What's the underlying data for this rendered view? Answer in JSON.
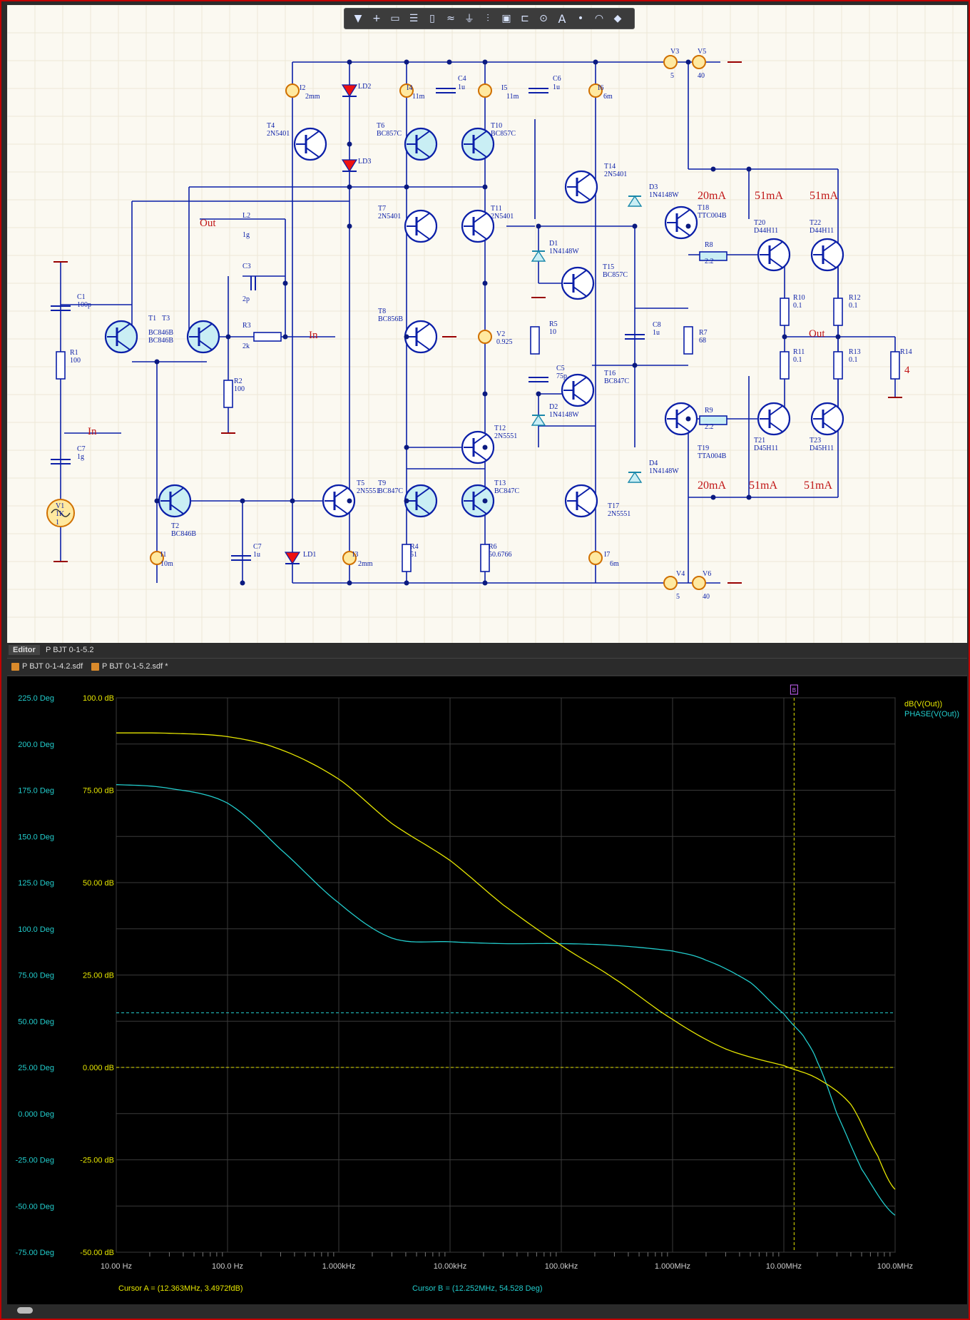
{
  "toolbar": {
    "tools": [
      "filter-icon",
      "crosshair-icon",
      "select-rect-icon",
      "align-icon",
      "component-icon",
      "wave-icon",
      "ground-icon",
      "bus-icon",
      "chip-icon",
      "port-icon",
      "probe-icon",
      "text-icon",
      "arc-icon",
      "netlabel-icon"
    ],
    "text_glyph": "A"
  },
  "schematic": {
    "labels": [
      {
        "t": "V3"
      },
      {
        "t": "5"
      },
      {
        "t": "V5"
      },
      {
        "t": "40"
      },
      {
        "t": "I2"
      },
      {
        "t": "2mm"
      },
      {
        "t": "LD2"
      },
      {
        "t": "I4"
      },
      {
        "t": "11m"
      },
      {
        "t": "C4"
      },
      {
        "t": "1u"
      },
      {
        "t": "I5"
      },
      {
        "t": "11m"
      },
      {
        "t": "C6"
      },
      {
        "t": "1u"
      },
      {
        "t": "I6"
      },
      {
        "t": "6m"
      },
      {
        "t": "T4"
      },
      {
        "t": "2N5401"
      },
      {
        "t": "T6"
      },
      {
        "t": "BC857C"
      },
      {
        "t": "T10"
      },
      {
        "t": "BC857C"
      },
      {
        "t": "LD3"
      },
      {
        "t": "T14"
      },
      {
        "t": "2N5401"
      },
      {
        "t": "D3"
      },
      {
        "t": "1N4148W"
      },
      {
        "t": "T18"
      },
      {
        "t": "TTC004B"
      },
      {
        "t": "T7"
      },
      {
        "t": "2N5401"
      },
      {
        "t": "T11"
      },
      {
        "t": "2N5401"
      },
      {
        "t": "L2"
      },
      {
        "t": "1g"
      },
      {
        "t": "D1"
      },
      {
        "t": "1N4148W"
      },
      {
        "t": "R8"
      },
      {
        "t": "2.2"
      },
      {
        "t": "T20"
      },
      {
        "t": "D44H11"
      },
      {
        "t": "T22"
      },
      {
        "t": "D44H11"
      },
      {
        "t": "C3"
      },
      {
        "t": "2p"
      },
      {
        "t": "T15"
      },
      {
        "t": "BC857C"
      },
      {
        "t": "R10"
      },
      {
        "t": "0.1"
      },
      {
        "t": "R12"
      },
      {
        "t": "0.1"
      },
      {
        "t": "C1"
      },
      {
        "t": "100p"
      },
      {
        "t": "T1"
      },
      {
        "t": "T3"
      },
      {
        "t": "BC846B"
      },
      {
        "t": "BC846B"
      },
      {
        "t": "R3"
      },
      {
        "t": "2k"
      },
      {
        "t": "T8"
      },
      {
        "t": "BC856B"
      },
      {
        "t": "V2"
      },
      {
        "t": "0.925"
      },
      {
        "t": "R5"
      },
      {
        "t": "10"
      },
      {
        "t": "C8"
      },
      {
        "t": "1u"
      },
      {
        "t": "R7"
      },
      {
        "t": "68"
      },
      {
        "t": "R1"
      },
      {
        "t": "100"
      },
      {
        "t": "R11"
      },
      {
        "t": "0.1"
      },
      {
        "t": "R13"
      },
      {
        "t": "0.1"
      },
      {
        "t": "R14"
      },
      {
        "t": "C5"
      },
      {
        "t": "75p"
      },
      {
        "t": "T16"
      },
      {
        "t": "BC847C"
      },
      {
        "t": "R2"
      },
      {
        "t": "100"
      },
      {
        "t": "D2"
      },
      {
        "t": "1N4148W"
      },
      {
        "t": "R9"
      },
      {
        "t": "2.2"
      },
      {
        "t": "T21"
      },
      {
        "t": "D45H11"
      },
      {
        "t": "T23"
      },
      {
        "t": "D45H11"
      },
      {
        "t": "C7"
      },
      {
        "t": "1g"
      },
      {
        "t": "T12"
      },
      {
        "t": "2N5551"
      },
      {
        "t": "T19"
      },
      {
        "t": "TTA004B"
      },
      {
        "t": "D4"
      },
      {
        "t": "1N4148W"
      },
      {
        "t": "T5"
      },
      {
        "t": "2N5551"
      },
      {
        "t": "T9"
      },
      {
        "t": "BC847C"
      },
      {
        "t": "T13"
      },
      {
        "t": "BC847C"
      },
      {
        "t": "T17"
      },
      {
        "t": "2N5551"
      },
      {
        "t": "V1"
      },
      {
        "t": "1K"
      },
      {
        "t": "1"
      },
      {
        "t": "T2"
      },
      {
        "t": "BC846B"
      },
      {
        "t": "C7"
      },
      {
        "t": "1u"
      },
      {
        "t": "R4"
      },
      {
        "t": "51"
      },
      {
        "t": "R6"
      },
      {
        "t": "50.6766"
      },
      {
        "t": "I1"
      },
      {
        "t": "10m"
      },
      {
        "t": "LD1"
      },
      {
        "t": "I3"
      },
      {
        "t": "2mm"
      },
      {
        "t": "I7"
      },
      {
        "t": "6m"
      },
      {
        "t": "V4"
      },
      {
        "t": "5"
      },
      {
        "t": "V6"
      },
      {
        "t": "40"
      }
    ],
    "red_labels": [
      {
        "t": "Out"
      },
      {
        "t": "In"
      },
      {
        "t": "In"
      },
      {
        "t": "Out"
      },
      {
        "t": "4"
      },
      {
        "t": "20mA"
      },
      {
        "t": "51mA"
      },
      {
        "t": "51mA"
      },
      {
        "t": "20mA"
      },
      {
        "t": "51mA"
      },
      {
        "t": "51mA"
      }
    ]
  },
  "tabs": {
    "panel": [
      {
        "label": "Editor",
        "active": true
      },
      {
        "label": "P BJT 0-1-5.2",
        "active": false
      }
    ],
    "docs": [
      {
        "label": "P BJT 0-1-4.2.sdf"
      },
      {
        "label": "P BJT 0-1-5.2.sdf *"
      }
    ]
  },
  "plot": {
    "left_axis": [
      "225.0 Deg",
      "200.0 Deg",
      "175.0 Deg",
      "150.0 Deg",
      "125.0 Deg",
      "100.0 Deg",
      "75.00 Deg",
      "50.00 Deg",
      "25.00 Deg",
      "0.000 Deg",
      "-25.00 Deg",
      "-50.00 Deg",
      "-75.00 Deg"
    ],
    "db_axis": [
      "100.0 dB",
      "75.00 dB",
      "50.00 dB",
      "25.00 dB",
      "0.000 dB",
      "-25.00 dB",
      "-50.00 dB"
    ],
    "x_axis": [
      "10.00 Hz",
      "100.0 Hz",
      "1.000kHz",
      "10.00kHz",
      "100.0kHz",
      "1.000MHz",
      "10.00MHz",
      "100.0MHz"
    ],
    "legend": [
      "dB(V(Out))",
      "PHASE(V(Out))"
    ],
    "cursor_a": "Cursor A = (12.363MHz, 3.4972fdB)",
    "cursor_b": "Cursor B = (12.252MHz, 54.528 Deg)",
    "cursor_marker": "B",
    "colors": {
      "db": "#e6e600",
      "phase": "#22cccc",
      "grid": "#3a3a3a",
      "bg": "#000000"
    }
  },
  "chart_data": {
    "type": "line",
    "xscale": "log",
    "xlim": [
      10,
      100000000
    ],
    "xlabel": "",
    "series": [
      {
        "name": "dB(V(Out))",
        "axis": "dB",
        "x": [
          10,
          30,
          100,
          300,
          1000,
          3000,
          10000,
          30000,
          100000,
          300000,
          1000000,
          3000000,
          10000000,
          20000000,
          40000000,
          70000000,
          100000000
        ],
        "y": [
          90.5,
          90.4,
          89.5,
          86,
          78,
          66,
          56,
          44,
          33,
          24,
          13,
          5,
          0.5,
          -3,
          -10,
          -24,
          -33
        ]
      },
      {
        "name": "PHASE(V(Out))",
        "axis": "Deg",
        "x": [
          10,
          30,
          100,
          300,
          1000,
          3000,
          10000,
          30000,
          100000,
          300000,
          1000000,
          2000000,
          5000000,
          10000000,
          15000000,
          20000000,
          30000000,
          50000000,
          100000000
        ],
        "y": [
          178,
          176,
          168,
          143,
          114,
          95,
          93,
          92,
          92,
          91,
          88,
          83,
          71,
          54,
          42,
          28,
          0,
          -30,
          -55
        ]
      }
    ],
    "ylim_db": [
      -50,
      100
    ],
    "ylim_deg": [
      -75,
      225
    ],
    "grid": true,
    "legend_position": "top-right",
    "cursor_a_x": 12363000,
    "cursor_b_x": 12252000,
    "cursor_a_y_db": 0,
    "cursor_b_y_deg": 54.528
  }
}
